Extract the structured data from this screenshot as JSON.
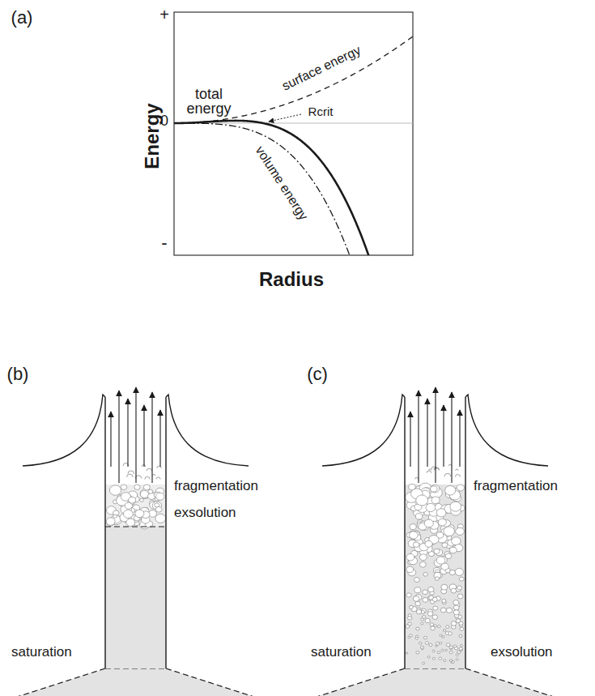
{
  "diagram": {
    "labels": [
      "(a)",
      "+",
      "0",
      "-",
      "Energy",
      "total energy",
      "surface energy",
      "Rcrit",
      "volume energy",
      "Radius",
      "(b)",
      "fragmentation",
      "exsolution",
      "saturation",
      "(c)",
      "fragmentation",
      "saturation",
      "exsolution"
    ]
  }
}
